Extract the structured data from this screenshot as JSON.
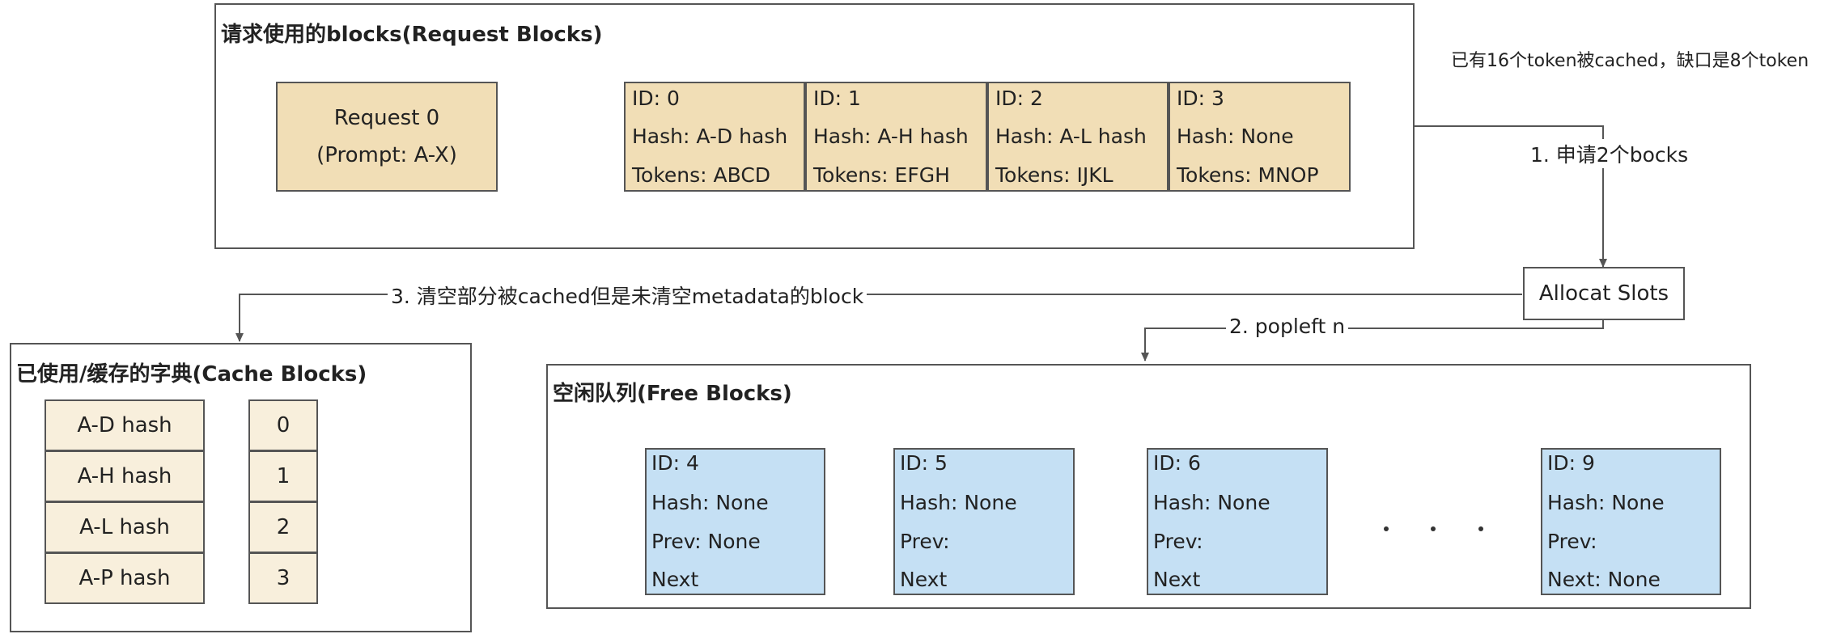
{
  "request_section": {
    "title": "请求使用的blocks(Request Blocks)",
    "request": {
      "line1": "Request 0",
      "line2": "(Prompt: A-X)"
    },
    "blocks": [
      {
        "id": "ID: 0",
        "hash": "Hash: A-D hash",
        "tokens": "Tokens: ABCD"
      },
      {
        "id": "ID: 1",
        "hash": "Hash: A-H hash",
        "tokens": "Tokens: EFGH"
      },
      {
        "id": "ID: 2",
        "hash": "Hash: A-L hash",
        "tokens": "Tokens: IJKL"
      },
      {
        "id": "ID: 3",
        "hash": "Hash: None",
        "tokens": "Tokens: MNOP"
      }
    ]
  },
  "note": "已有16个token被cached，缺口是8个token",
  "steps": {
    "step1": "1. 申请2个bocks",
    "step2": "2. popleft n",
    "step3": "3. 清空部分被cached但是未清空metadata的block"
  },
  "allocator": {
    "label": "Allocat Slots"
  },
  "cache_section": {
    "title": "已使用/缓存的字典(Cache Blocks)",
    "rows": [
      {
        "key": "A-D hash",
        "value": "0"
      },
      {
        "key": "A-H hash",
        "value": "1"
      },
      {
        "key": "A-L hash",
        "value": "2"
      },
      {
        "key": "A-P hash",
        "value": "3"
      }
    ]
  },
  "free_section": {
    "title": "空闲队列(Free Blocks)",
    "blocks": [
      {
        "id": "ID: 4",
        "hash": "Hash: None",
        "prev": "Prev: None",
        "next": "Next"
      },
      {
        "id": "ID: 5",
        "hash": "Hash: None",
        "prev": "Prev:",
        "next": "Next"
      },
      {
        "id": "ID: 6",
        "hash": "Hash: None",
        "prev": "Prev:",
        "next": "Next"
      },
      {
        "id": "ID: 9",
        "hash": "Hash: None",
        "prev": "Prev:",
        "next": "Next: None"
      }
    ]
  }
}
